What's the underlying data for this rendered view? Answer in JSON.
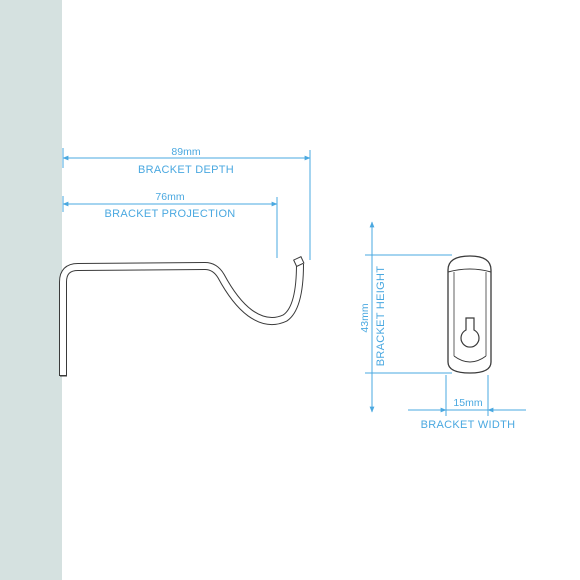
{
  "colors": {
    "wall": "#d5e1e0",
    "dimension": "#4aa8e0",
    "outline": "#3a3a3a",
    "bracket_fill": "#ffffff"
  },
  "side_view": {
    "depth": {
      "value": "89mm",
      "label": "BRACKET DEPTH"
    },
    "projection": {
      "value": "76mm",
      "label": "BRACKET PROJECTION"
    }
  },
  "front_view": {
    "height": {
      "value": "43mm",
      "label": "BRACKET HEIGHT"
    },
    "width": {
      "value": "15mm",
      "label": "BRACKET WIDTH"
    }
  }
}
